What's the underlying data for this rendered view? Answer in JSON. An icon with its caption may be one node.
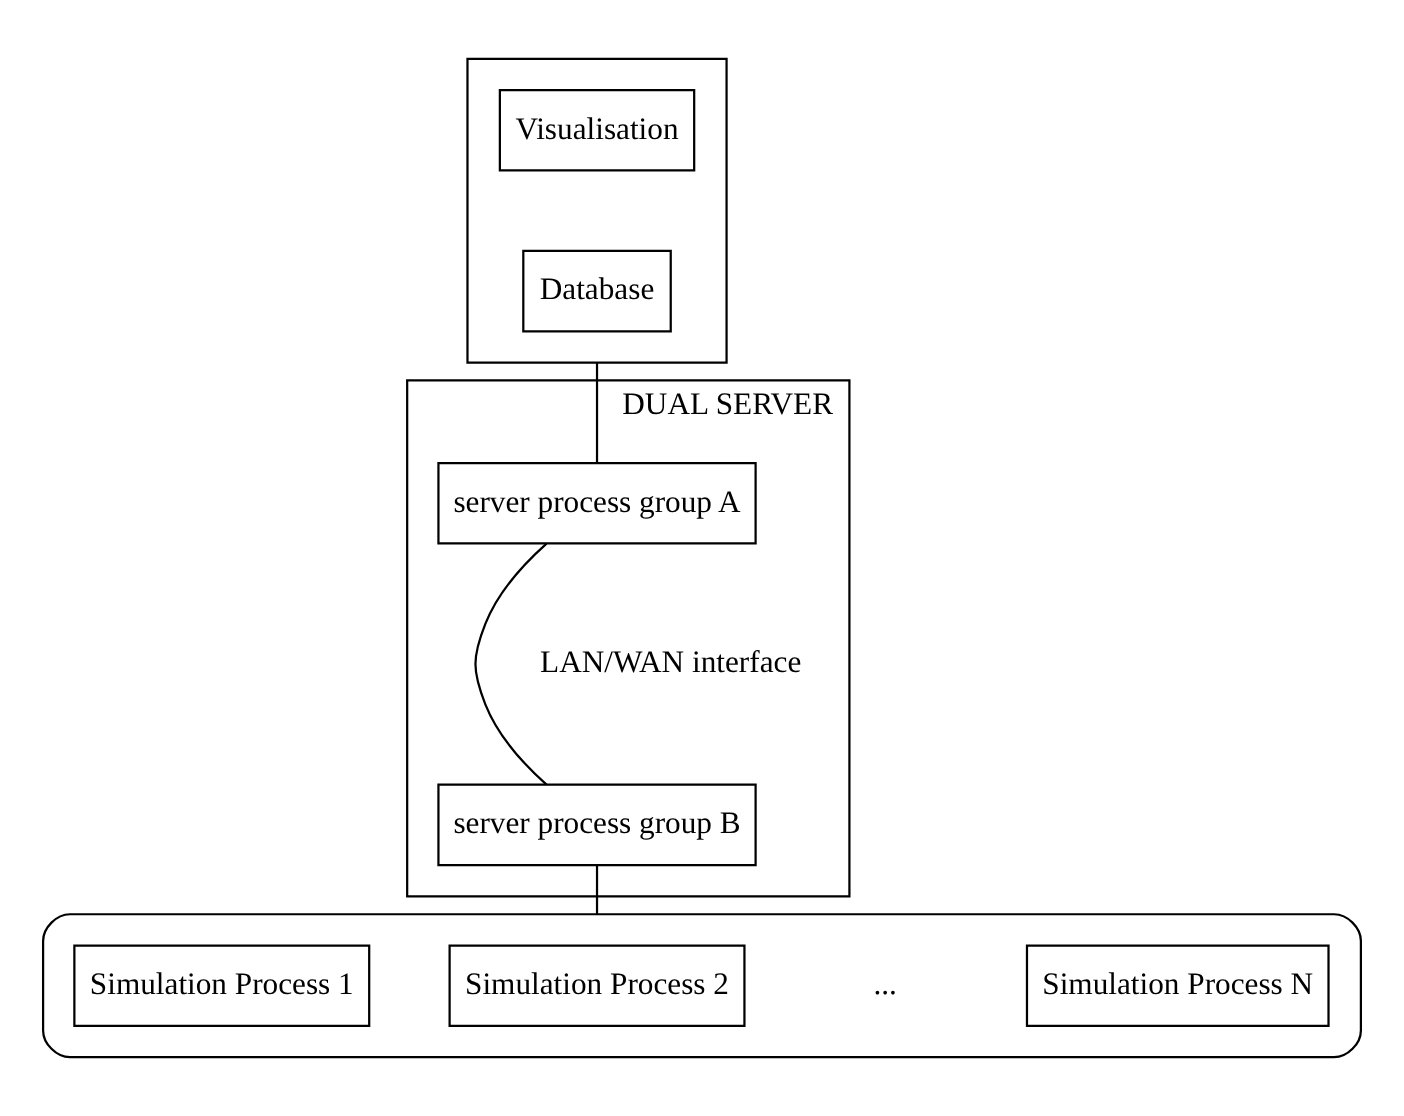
{
  "diagram": {
    "nodes": [
      {
        "text": [],
        "shape": "box"
      },
      {
        "text": [
          "Visualisation"
        ],
        "in": 0
      },
      {
        "text": [
          "Database"
        ],
        "in": 0
      },
      {
        "text": [
          "DUAL SERVER"
        ]
      },
      {
        "text": [
          "server process group A"
        ],
        "in": 3
      },
      {
        "text": [
          "server process group B"
        ],
        "in": 3
      },
      {
        "text": [],
        "shape": "box"
      },
      {
        "text": [
          "Simulation Process 1"
        ],
        "in": 6
      },
      {
        "text": [
          "Simulation Process 2"
        ],
        "in": 6
      },
      {
        "text": [
          "Simulation Process N"
        ],
        "in": 6
      }
    ],
    "edges": [
      {
        "from": 0,
        "to": 4,
        "arrow": "none"
      },
      {
        "from": 4,
        "to": 5,
        "arrow": "none"
      },
      {
        "from": 5,
        "to": 6,
        "arrow": "none"
      }
    ],
    "labels": [
      "LAN/WAN interface",
      "..."
    ]
  }
}
